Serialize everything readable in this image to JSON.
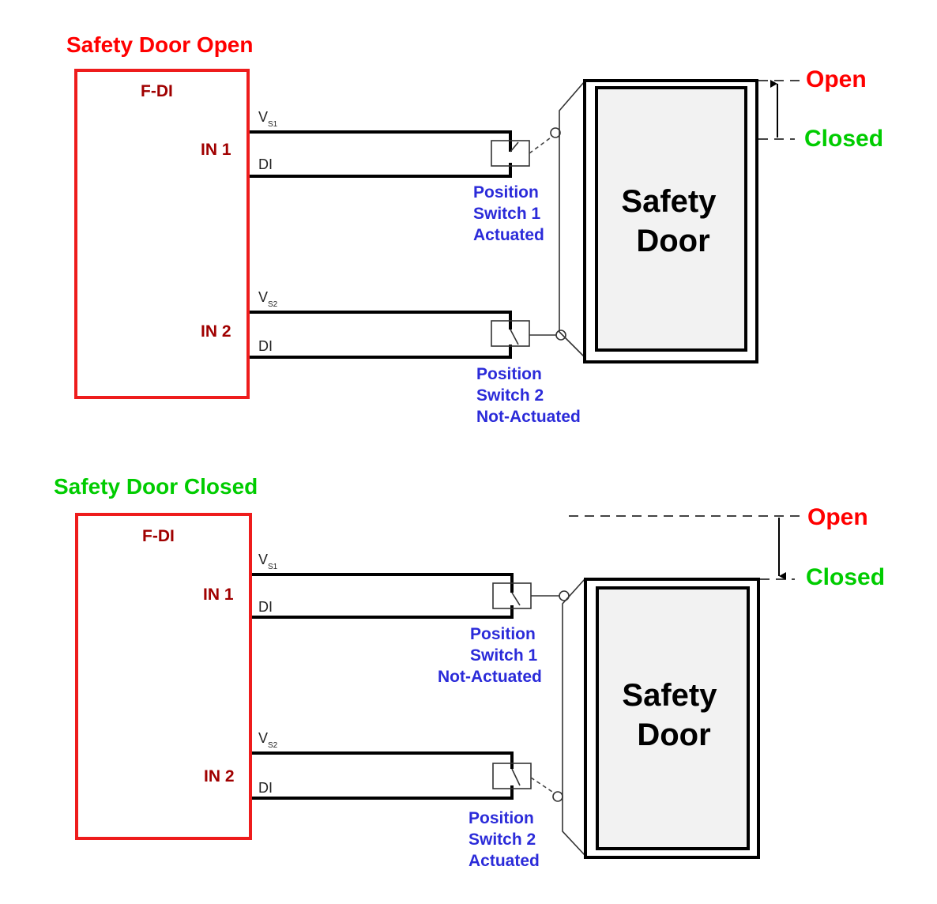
{
  "colors": {
    "open": "#ff0000",
    "closed": "#00cc00",
    "fdi_border": "#ee1c1c",
    "fdi_text": "#a00000",
    "switch_text": "#2b2bd9",
    "door_fill": "#f2f2f2"
  },
  "panels": [
    {
      "title": "Safety Door Open",
      "module_label": "F-DI",
      "in1_label": "IN 1",
      "in2_label": "IN 2",
      "vs1_main": "V",
      "vs1_sub": "S1",
      "vs2_main": "V",
      "vs2_sub": "S2",
      "di1": "DI",
      "di2": "DI",
      "switch1_lines": [
        "Position",
        "Switch 1",
        "Actuated"
      ],
      "switch2_lines": [
        "Position",
        "Switch 2",
        "Not-Actuated"
      ],
      "door_lines": [
        "Safety",
        "Door"
      ],
      "open_label": "Open",
      "closed_label": "Closed",
      "door_state": "open"
    },
    {
      "title": "Safety Door Closed",
      "module_label": "F-DI",
      "in1_label": "IN 1",
      "in2_label": "IN 2",
      "vs1_main": "V",
      "vs1_sub": "S1",
      "vs2_main": "V",
      "vs2_sub": "S2",
      "di1": "DI",
      "di2": "DI",
      "switch1_lines": [
        "Position",
        "Switch 1",
        "Not-Actuated"
      ],
      "switch2_lines": [
        "Position",
        "Switch 2",
        "Actuated"
      ],
      "door_lines": [
        "Safety",
        "Door"
      ],
      "open_label": "Open",
      "closed_label": "Closed",
      "door_state": "closed"
    }
  ]
}
